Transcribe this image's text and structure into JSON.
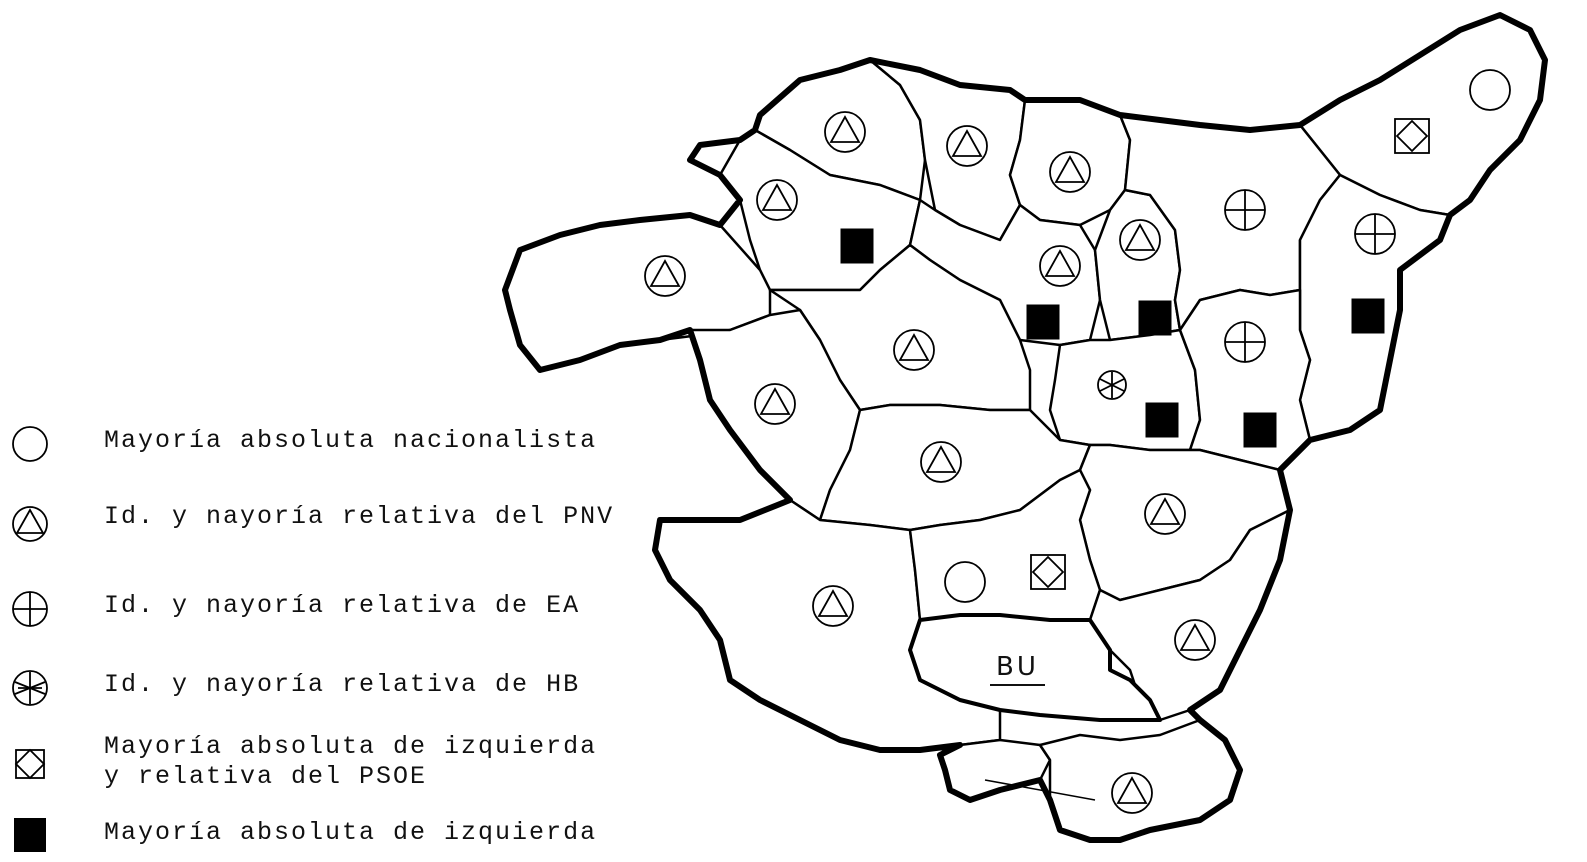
{
  "legend": {
    "items": [
      {
        "symbol": "circle-icon",
        "text": "Mayoría absoluta nacionalista"
      },
      {
        "symbol": "triangle-circle-icon",
        "text": "Id. y nayoría relativa del PNV"
      },
      {
        "symbol": "cross-circle-icon",
        "text": "Id. y nayoría relativa de EA"
      },
      {
        "symbol": "star-circle-icon",
        "text": "Id. y nayoría relativa de HB"
      },
      {
        "symbol": "diamond-square-icon",
        "text": "Mayoría absoluta de izquierda\ny relativa del PSOE"
      },
      {
        "symbol": "filled-square-icon",
        "text": "Mayoría absoluta de izquierda"
      }
    ]
  },
  "map": {
    "label": "BU",
    "region_symbols": [
      {
        "region": "r1",
        "symbols": [
          "circle-icon",
          "diamond-square-icon"
        ]
      },
      {
        "region": "r2",
        "symbols": [
          "triangle-circle-icon"
        ]
      },
      {
        "region": "r3",
        "symbols": [
          "triangle-circle-icon"
        ]
      },
      {
        "region": "r4",
        "symbols": [
          "triangle-circle-icon"
        ]
      },
      {
        "region": "r5",
        "symbols": [
          "triangle-circle-icon",
          "filled-square-icon"
        ]
      },
      {
        "region": "r6",
        "symbols": [
          "triangle-circle-icon"
        ]
      },
      {
        "region": "r7",
        "symbols": [
          "triangle-circle-icon",
          "filled-square-icon"
        ]
      },
      {
        "region": "r8",
        "symbols": [
          "triangle-circle-icon",
          "filled-square-icon"
        ]
      },
      {
        "region": "r9",
        "symbols": [
          "cross-circle-icon"
        ]
      },
      {
        "region": "r10",
        "symbols": [
          "cross-circle-icon",
          "filled-square-icon"
        ]
      },
      {
        "region": "r11",
        "symbols": [
          "triangle-circle-icon"
        ]
      },
      {
        "region": "r12",
        "symbols": [
          "triangle-circle-icon"
        ]
      },
      {
        "region": "r13",
        "symbols": [
          "star-circle-icon",
          "filled-square-icon"
        ]
      },
      {
        "region": "r14",
        "symbols": [
          "cross-circle-icon",
          "filled-square-icon"
        ]
      },
      {
        "region": "r15",
        "symbols": [
          "triangle-circle-icon"
        ]
      },
      {
        "region": "r16",
        "symbols": [
          "triangle-circle-icon"
        ]
      },
      {
        "region": "r17",
        "symbols": [
          "triangle-circle-icon"
        ]
      },
      {
        "region": "r18",
        "symbols": [
          "circle-icon",
          "diamond-square-icon"
        ]
      },
      {
        "region": "r19",
        "symbols": [
          "triangle-circle-icon"
        ]
      },
      {
        "region": "r20",
        "symbols": [
          "triangle-circle-icon"
        ]
      },
      {
        "region": "r21",
        "symbols": []
      },
      {
        "region": "r22",
        "symbols": [
          "triangle-circle-icon"
        ]
      }
    ]
  }
}
